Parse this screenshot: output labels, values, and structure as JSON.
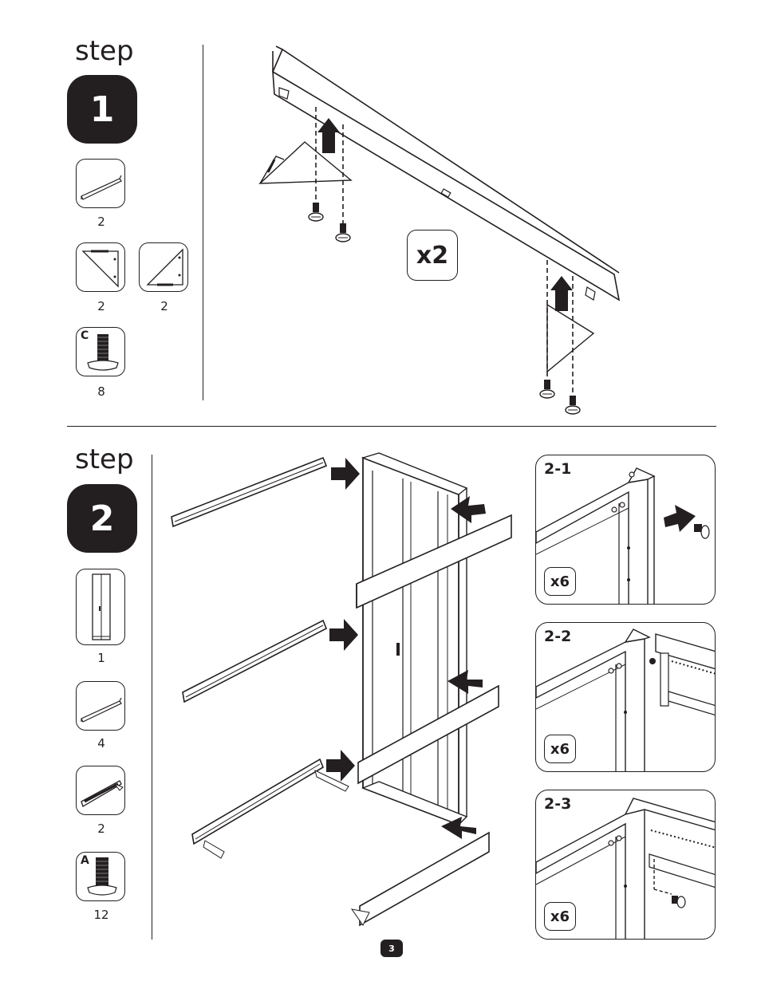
{
  "step1": {
    "word": "step",
    "number": "1",
    "multiplier": "x2",
    "parts": [
      {
        "icon": "horizontal-rail-icon",
        "qty": "2"
      },
      {
        "icon": "left-gusset-bracket-icon",
        "qty": "2"
      },
      {
        "icon": "right-gusset-bracket-icon",
        "qty": "2"
      },
      {
        "icon": "screw-c-icon",
        "letter": "C",
        "qty": "8"
      }
    ]
  },
  "step2": {
    "word": "step",
    "number": "2",
    "parts": [
      {
        "icon": "rack-frame-icon",
        "qty": "1"
      },
      {
        "icon": "horizontal-rail-icon",
        "qty": "4"
      },
      {
        "icon": "bottom-rail-icon",
        "qty": "2"
      },
      {
        "icon": "screw-a-icon",
        "letter": "A",
        "qty": "12"
      }
    ],
    "details": [
      {
        "label": "2-1",
        "multiplier": "x6"
      },
      {
        "label": "2-2",
        "multiplier": "x6"
      },
      {
        "label": "2-3",
        "multiplier": "x6"
      }
    ]
  },
  "page_number": "3",
  "colors": {
    "ink": "#231f20",
    "paper": "#ffffff"
  }
}
